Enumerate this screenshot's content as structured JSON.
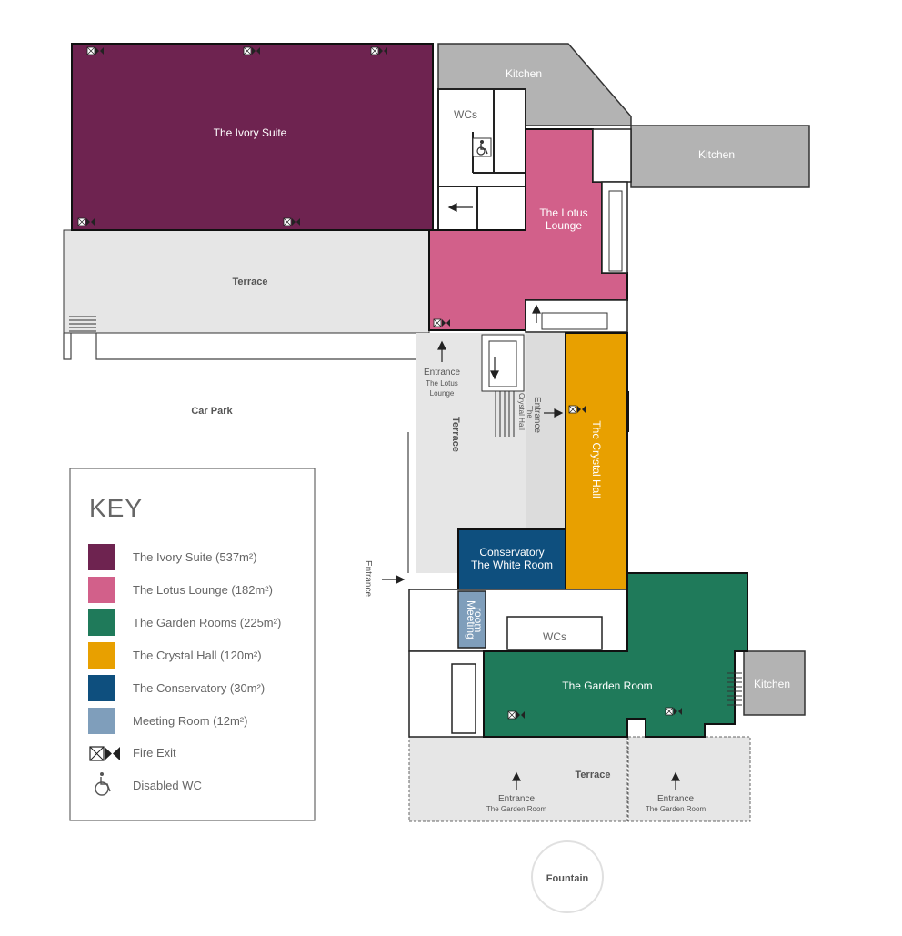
{
  "rooms": {
    "ivory_suite": "The Ivory Suite",
    "lotus_lounge": [
      "The Lotus",
      "Lounge"
    ],
    "crystal_hall": "The Crystal Hall",
    "conservatory": [
      "Conservatory",
      "The White Room"
    ],
    "meeting_room": [
      "Meeting",
      "room"
    ],
    "garden_room": "The Garden Room",
    "kitchen_1": "Kitchen",
    "kitchen_2": "Kitchen",
    "kitchen_3": "Kitchen",
    "wcs_1": "WCs",
    "wcs_2": "WCs"
  },
  "outdoor": {
    "terrace_main": "Terrace",
    "terrace_side": "Terrace",
    "terrace_garden": "Terrace",
    "car_park": "Car Park",
    "fountain": "Fountain"
  },
  "entrances": {
    "lotus": [
      "Entrance",
      "The Lotus",
      "Lounge"
    ],
    "crystal": [
      "Entrance",
      "The",
      "Crystal Hall"
    ],
    "side": "Entrance",
    "garden_1": [
      "Entrance",
      "The Garden Room"
    ],
    "garden_2": [
      "Entrance",
      "The Garden Room"
    ]
  },
  "key": {
    "title": "KEY",
    "items": [
      {
        "label": "The Ivory Suite (537m²)",
        "color": "#6e2350"
      },
      {
        "label": "The Lotus Lounge (182m²)",
        "color": "#d2608a"
      },
      {
        "label": "The Garden Rooms (225m²)",
        "color": "#1f7a5a"
      },
      {
        "label": "The Crystal Hall (120m²)",
        "color": "#e8a000"
      },
      {
        "label": "The Conservatory (30m²)",
        "color": "#0e4f7e"
      },
      {
        "label": "Meeting Room (12m²)",
        "color": "#7f9ebb"
      }
    ],
    "fire_exit": "Fire Exit",
    "disabled_wc": "Disabled WC"
  },
  "colors": {
    "ivory": "#6e2350",
    "lotus": "#d2608a",
    "garden": "#1f7a5a",
    "crystal": "#e8a000",
    "conservatory": "#0e4f7e",
    "meeting": "#7f9ebb",
    "kitchen": "#b3b3b3",
    "terrace": "#e6e6e6"
  }
}
